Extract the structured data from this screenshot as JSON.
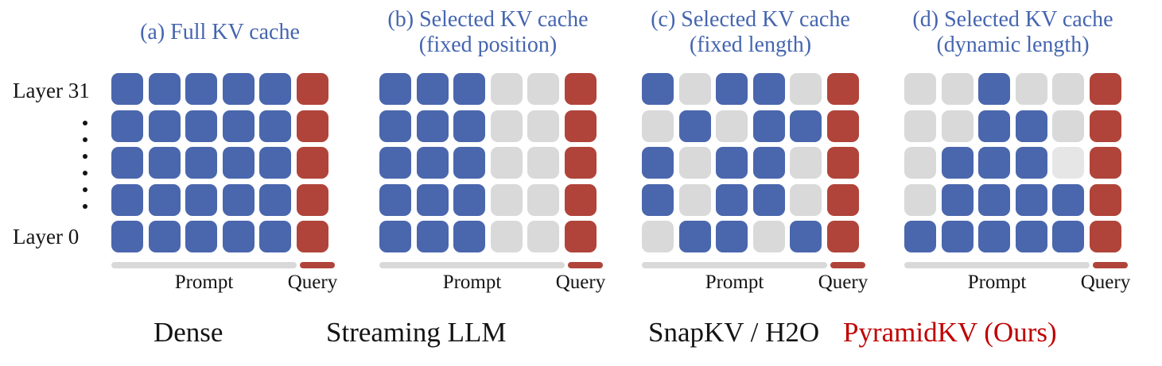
{
  "figure": {
    "layer_axis": {
      "top_label": "Layer 31",
      "bottom_label": "Layer 0",
      "dots_count": 6
    },
    "panels": [
      {
        "id": "a",
        "title_lines": [
          "(a) Full KV cache"
        ],
        "prompt_label": "Prompt",
        "query_label": "Query",
        "method": "Dense",
        "method_color": "black",
        "grid": [
          [
            "B",
            "B",
            "B",
            "B",
            "B",
            "R"
          ],
          [
            "B",
            "B",
            "B",
            "B",
            "B",
            "R"
          ],
          [
            "B",
            "B",
            "B",
            "B",
            "B",
            "R"
          ],
          [
            "B",
            "B",
            "B",
            "B",
            "B",
            "R"
          ],
          [
            "B",
            "B",
            "B",
            "B",
            "B",
            "R"
          ]
        ]
      },
      {
        "id": "b",
        "title_lines": [
          "(b) Selected KV cache",
          "(fixed position)"
        ],
        "prompt_label": "Prompt",
        "query_label": "Query",
        "method": "Streaming LLM",
        "method_color": "black",
        "grid": [
          [
            "B",
            "B",
            "B",
            "G",
            "G",
            "R"
          ],
          [
            "B",
            "B",
            "B",
            "G",
            "G",
            "R"
          ],
          [
            "B",
            "B",
            "B",
            "G",
            "G",
            "R"
          ],
          [
            "B",
            "B",
            "B",
            "G",
            "G",
            "R"
          ],
          [
            "B",
            "B",
            "B",
            "G",
            "G",
            "R"
          ]
        ]
      },
      {
        "id": "c",
        "title_lines": [
          "(c) Selected KV cache",
          "(fixed length)"
        ],
        "prompt_label": "Prompt",
        "query_label": "Query",
        "method": "SnapKV / H2O",
        "method_color": "black",
        "grid": [
          [
            "B",
            "G",
            "B",
            "B",
            "G",
            "R"
          ],
          [
            "G",
            "B",
            "G",
            "B",
            "B",
            "R"
          ],
          [
            "B",
            "G",
            "B",
            "B",
            "G",
            "R"
          ],
          [
            "B",
            "G",
            "B",
            "B",
            "G",
            "R"
          ],
          [
            "G",
            "B",
            "B",
            "G",
            "B",
            "R"
          ]
        ]
      },
      {
        "id": "d",
        "title_lines": [
          "(d) Selected KV cache",
          "(dynamic length)"
        ],
        "prompt_label": "Prompt",
        "query_label": "Query",
        "method": "PyramidKV (Ours)",
        "method_color": "red",
        "grid": [
          [
            "G",
            "G",
            "B",
            "G",
            "G",
            "R"
          ],
          [
            "G",
            "G",
            "B",
            "B",
            "G",
            "R"
          ],
          [
            "G",
            "B",
            "B",
            "B",
            "L",
            "R"
          ],
          [
            "G",
            "B",
            "B",
            "B",
            "B",
            "R"
          ],
          [
            "B",
            "B",
            "B",
            "B",
            "B",
            "R"
          ]
        ]
      }
    ]
  },
  "colors": {
    "cell_blue": "#4a66ad",
    "cell_gray": "#d9d9d9",
    "cell_light_gray": "#e6e6e6",
    "cell_red": "#b0443a",
    "title_blue": "#4565b0",
    "method_red": "#c00000",
    "text_black": "#141414",
    "prompt_bar_gray": "#d9d9d9",
    "query_bar_red": "#b0443a"
  }
}
